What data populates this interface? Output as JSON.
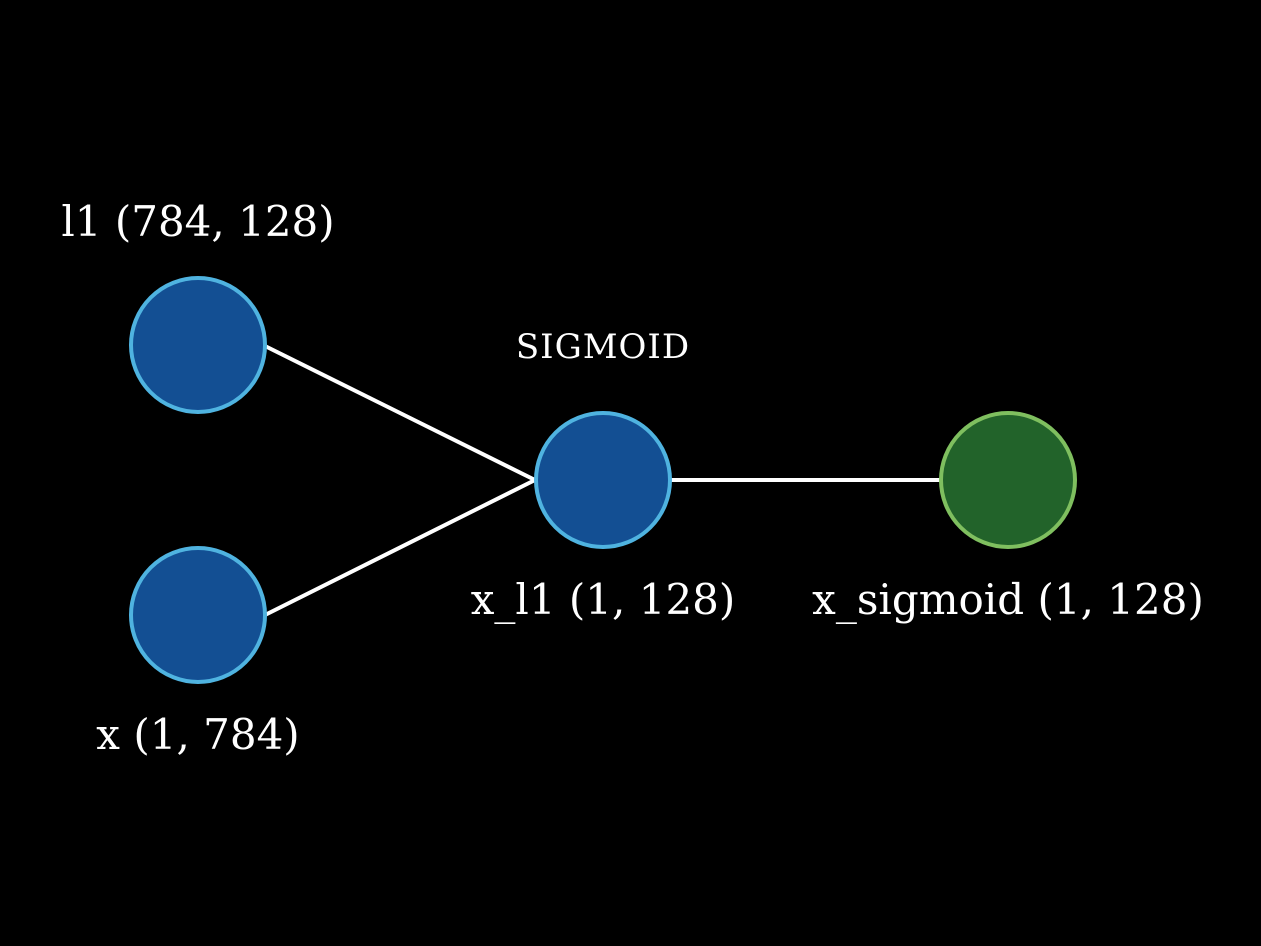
{
  "colors": {
    "background": "#000000",
    "edge": "#ffffff",
    "param_node_fill": "#134f93",
    "param_node_stroke": "#4fb3e0",
    "output_node_fill": "#22632a",
    "output_node_stroke": "#7fbf5f",
    "text": "#ffffff"
  },
  "nodes": {
    "l1": {
      "label": "l1 (784, 128)"
    },
    "x": {
      "label": "x (1, 784)"
    },
    "x_l1": {
      "label": "x_l1 (1, 128)",
      "op": "SIGMOID"
    },
    "x_sigmoid": {
      "label": "x_sigmoid (1, 128)"
    }
  },
  "edges": [
    {
      "from": "l1",
      "to": "x_l1"
    },
    {
      "from": "x",
      "to": "x_l1"
    },
    {
      "from": "x_l1",
      "to": "x_sigmoid"
    }
  ]
}
